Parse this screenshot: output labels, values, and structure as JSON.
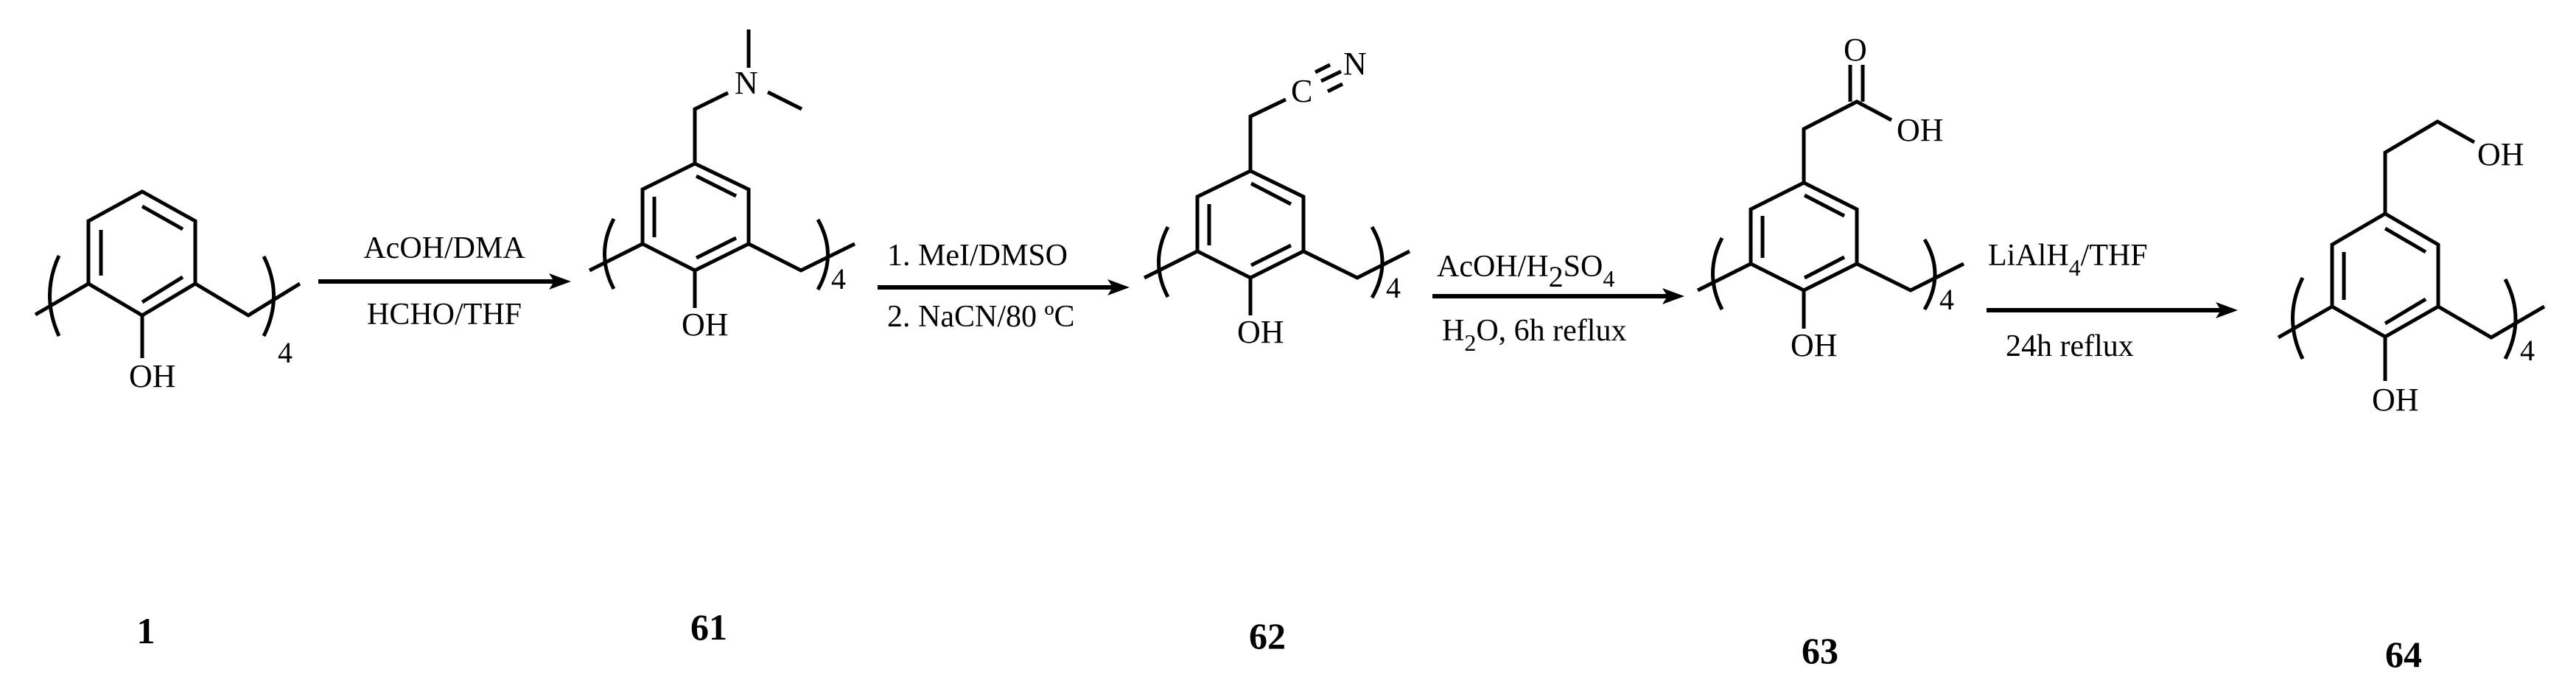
{
  "scheme": {
    "type": "reaction-scheme",
    "description": "Synthesis of para-(2-hydroxyethyl)calix[4]arene from calix[4]arene",
    "compounds": [
      {
        "id": "1",
        "label": "1",
        "para_substituent": "H",
        "lower_rim": "OH",
        "repeat": "4"
      },
      {
        "id": "61",
        "label": "61",
        "para_substituent": "CH2N(CH3)2",
        "lower_rim": "OH",
        "repeat": "4",
        "atoms": [
          "N"
        ]
      },
      {
        "id": "62",
        "label": "62",
        "para_substituent": "CH2C≡N",
        "lower_rim": "OH",
        "repeat": "4",
        "atoms": [
          "C",
          "N"
        ]
      },
      {
        "id": "63",
        "label": "63",
        "para_substituent": "CH2COOH",
        "lower_rim": "OH",
        "repeat": "4",
        "atoms": [
          "O",
          "OH"
        ]
      },
      {
        "id": "64",
        "label": "64",
        "para_substituent": "CH2CH2OH",
        "lower_rim": "OH",
        "repeat": "4",
        "atoms": [
          "OH"
        ]
      }
    ],
    "atom_labels": {
      "oh": "OH",
      "n": "N",
      "c": "C",
      "o": "O",
      "repeat": "4"
    },
    "steps": [
      {
        "from": "1",
        "to": "61",
        "above": "AcOH/DMA",
        "below": "HCHO/THF"
      },
      {
        "from": "61",
        "to": "62",
        "above": "1. MeI/DMSO",
        "below": "2. NaCN/80 ºC"
      },
      {
        "from": "62",
        "to": "63",
        "above_parts": [
          "AcOH/H",
          "2",
          "SO",
          "4"
        ],
        "above": "AcOH/H2SO4",
        "below_parts": [
          "H",
          "2",
          "O, 6h reflux"
        ],
        "below": "H2O, 6h reflux"
      },
      {
        "from": "63",
        "to": "64",
        "above_parts": [
          "LiAlH",
          "4",
          "/THF"
        ],
        "above": "LiAlH4/THF",
        "below": "24h reflux"
      }
    ],
    "colors": {
      "ink": "#000000",
      "background": "#ffffff"
    }
  }
}
